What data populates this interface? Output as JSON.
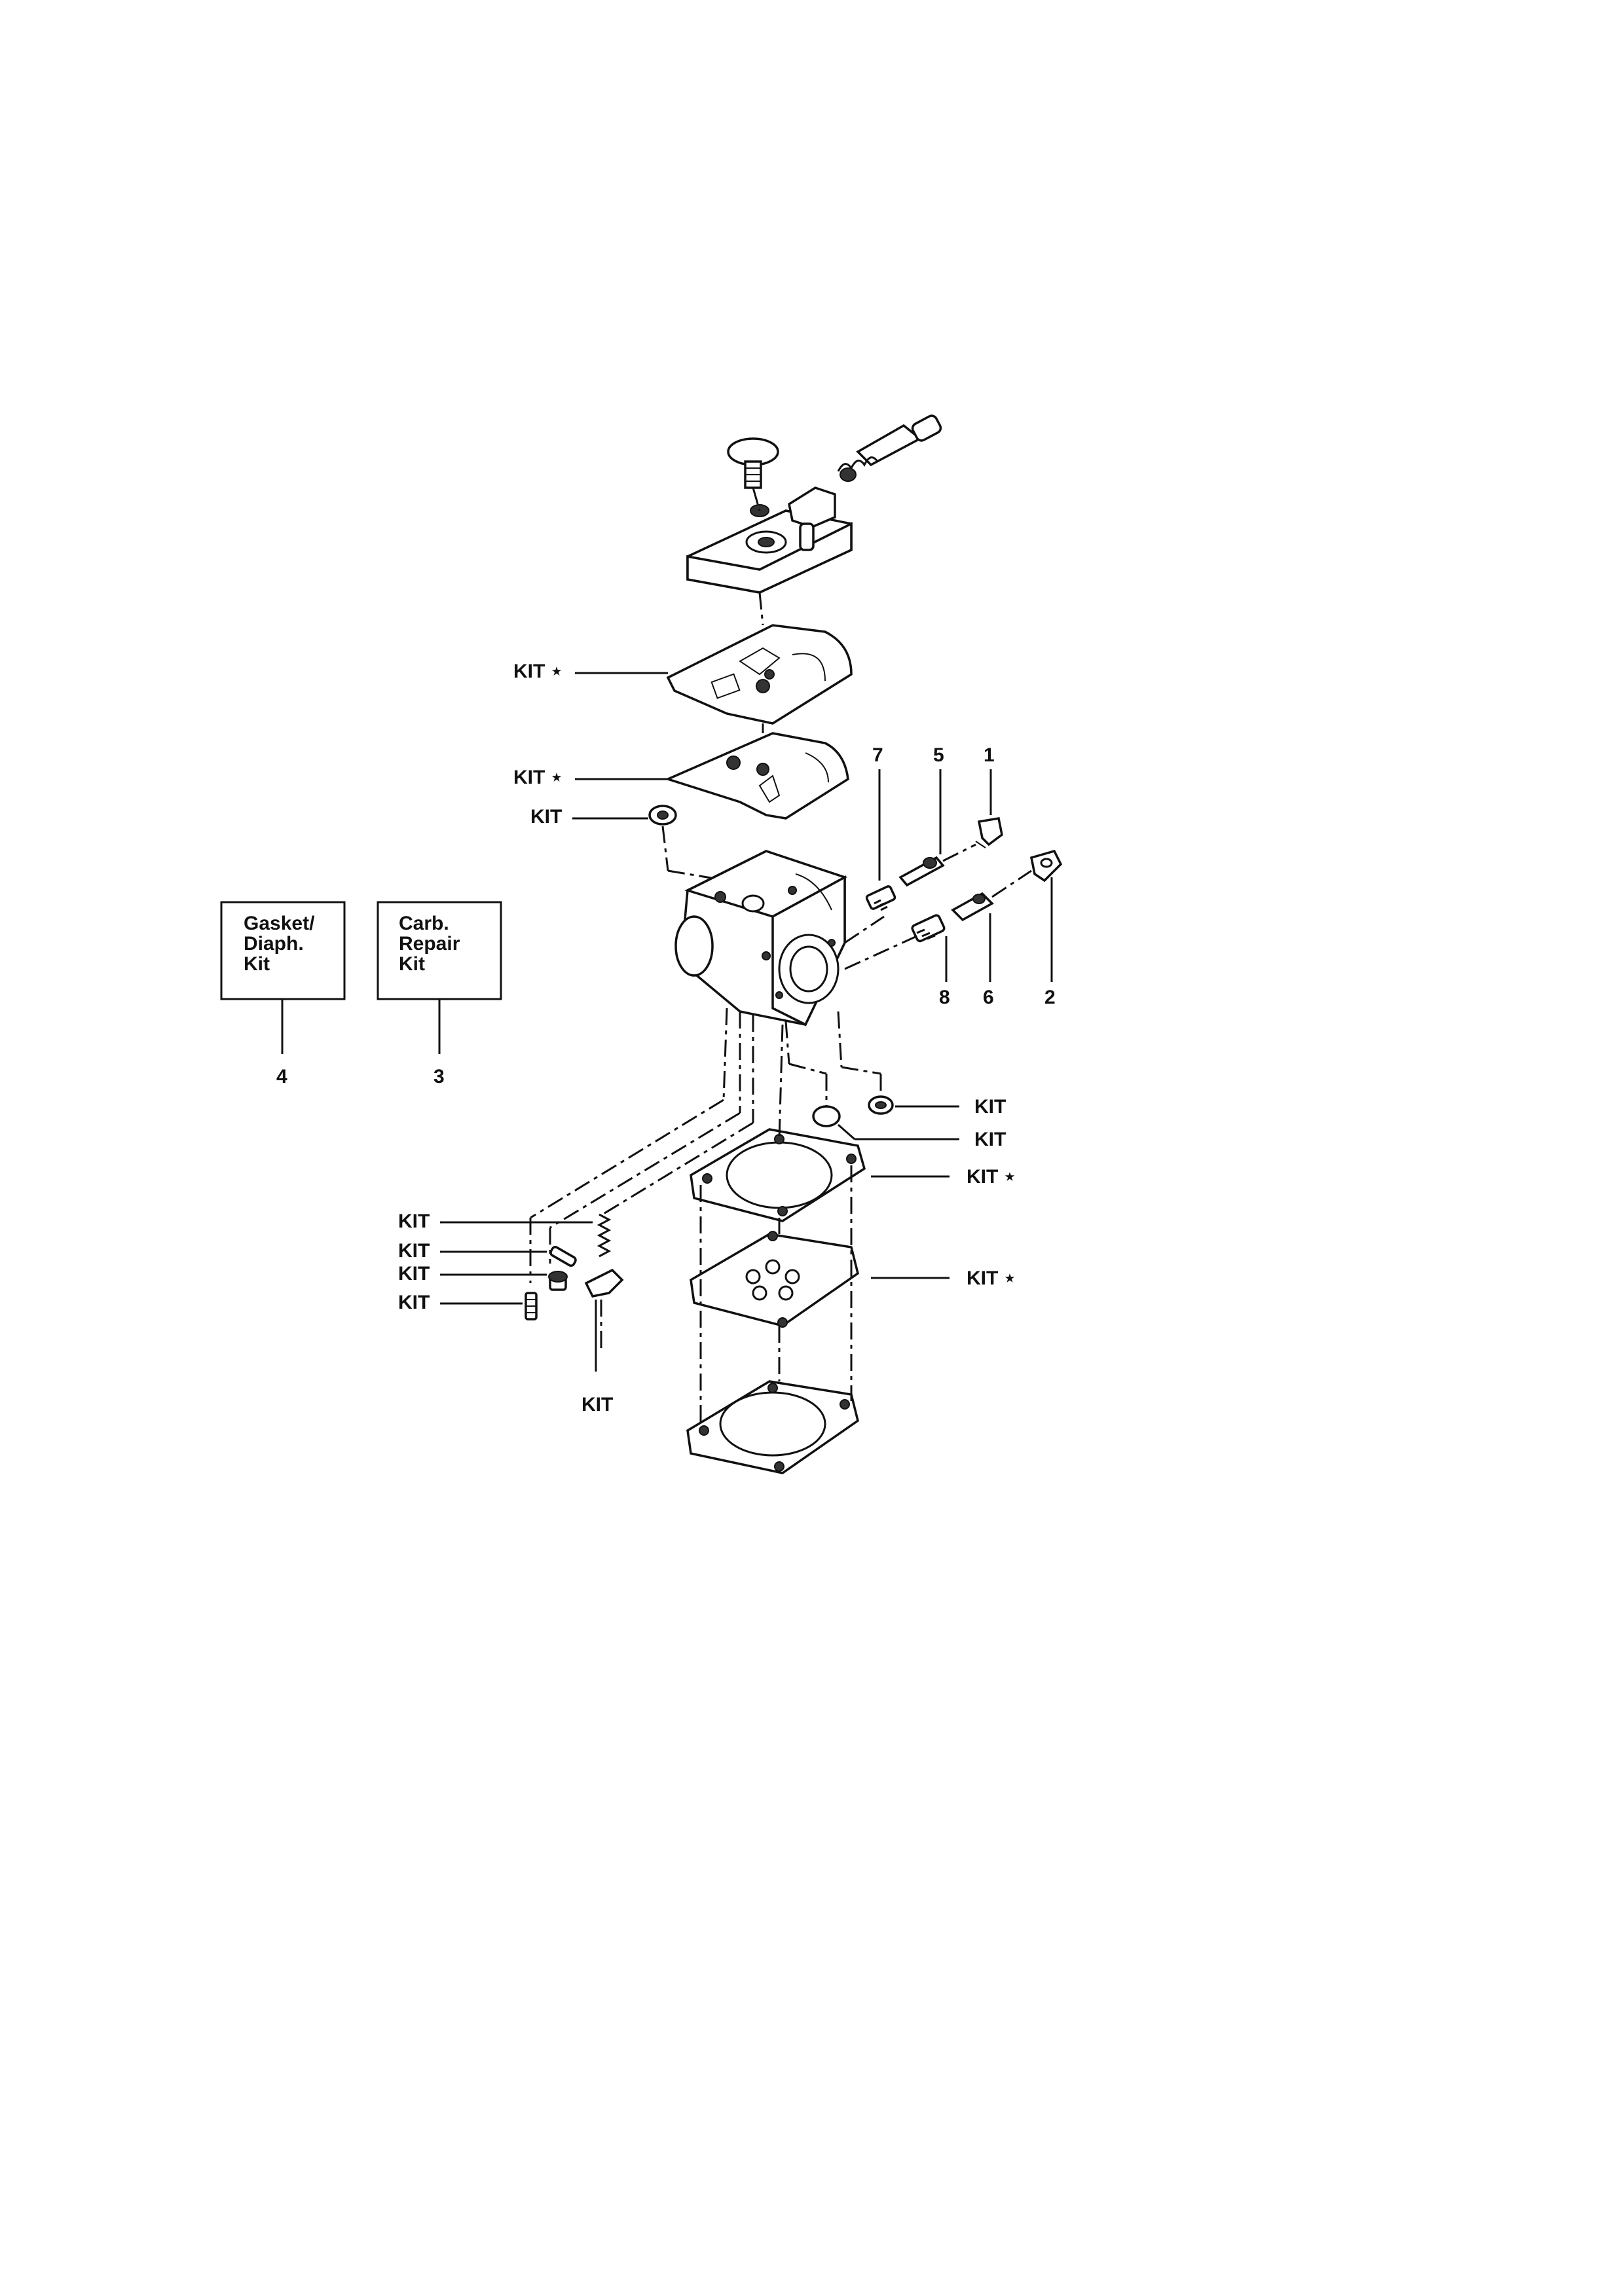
{
  "diagram": {
    "kits": [
      {
        "id": "gasket_kit",
        "text": [
          "Gasket/",
          "Diaph.",
          "Kit"
        ],
        "number": "4"
      },
      {
        "id": "carb_kit",
        "text": [
          "Carb.",
          "Repair",
          "Kit"
        ],
        "number": "3"
      }
    ],
    "labels": {
      "kit_star": "KIT ⋆",
      "kit": "KIT"
    },
    "part_numbers": {
      "n7": "7",
      "n5": "5",
      "n1": "1",
      "n8": "8",
      "n6": "6",
      "n2": "2"
    },
    "colors": {
      "ink": "#111111",
      "paper": "#ffffff"
    }
  }
}
